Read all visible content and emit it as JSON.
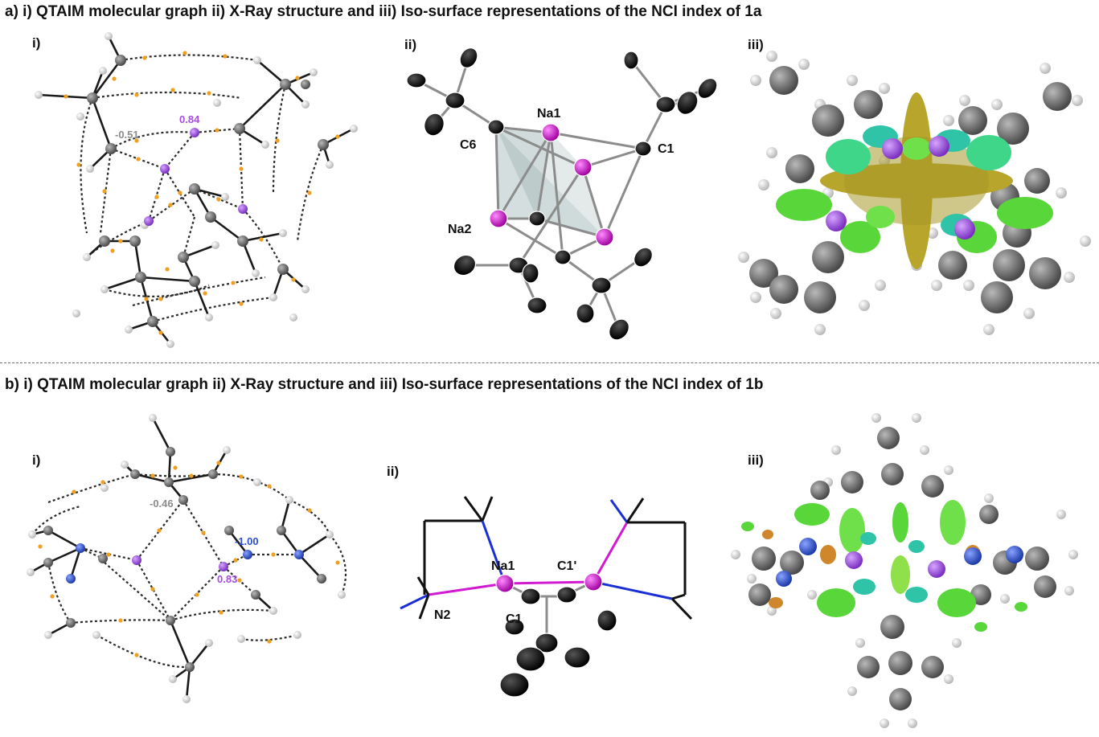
{
  "panel_a": {
    "heading": "a) i) QTAIM molecular graph ii) X-Ray structure and iii) Iso-surface representations of the NCI index of 1a",
    "sub_i": "i)",
    "sub_ii": "ii)",
    "sub_iii": "iii)",
    "value_gray": "-0.51",
    "value_purple": "0.84",
    "label_na1": "Na1",
    "label_na2": "Na2",
    "label_c6": "C6",
    "label_c1": "C1"
  },
  "panel_b": {
    "heading": "b) i) QTAIM molecular graph ii) X-Ray structure and iii) Iso-surface representations of the NCI index of 1b",
    "sub_i": "i)",
    "sub_ii": "ii)",
    "sub_iii": "iii)",
    "value_gray": "-0.46",
    "value_blue": "-1.00",
    "value_purple": "0.83",
    "label_na1": "Na1",
    "label_c1p": "C1'",
    "label_n2": "N2",
    "label_c1": "C1"
  },
  "colors": {
    "carbon": "#6b6b6b",
    "hydrogen": "#e6e6e6",
    "sodium": "#9b4fd6",
    "nitrogen": "#2a4fd6",
    "critical_point": "#f0a020",
    "xray_atom": "#111111",
    "xray_sodium": "#d21ad2",
    "nci_green": "#59d63a",
    "nci_olive": "#b8a52c"
  }
}
